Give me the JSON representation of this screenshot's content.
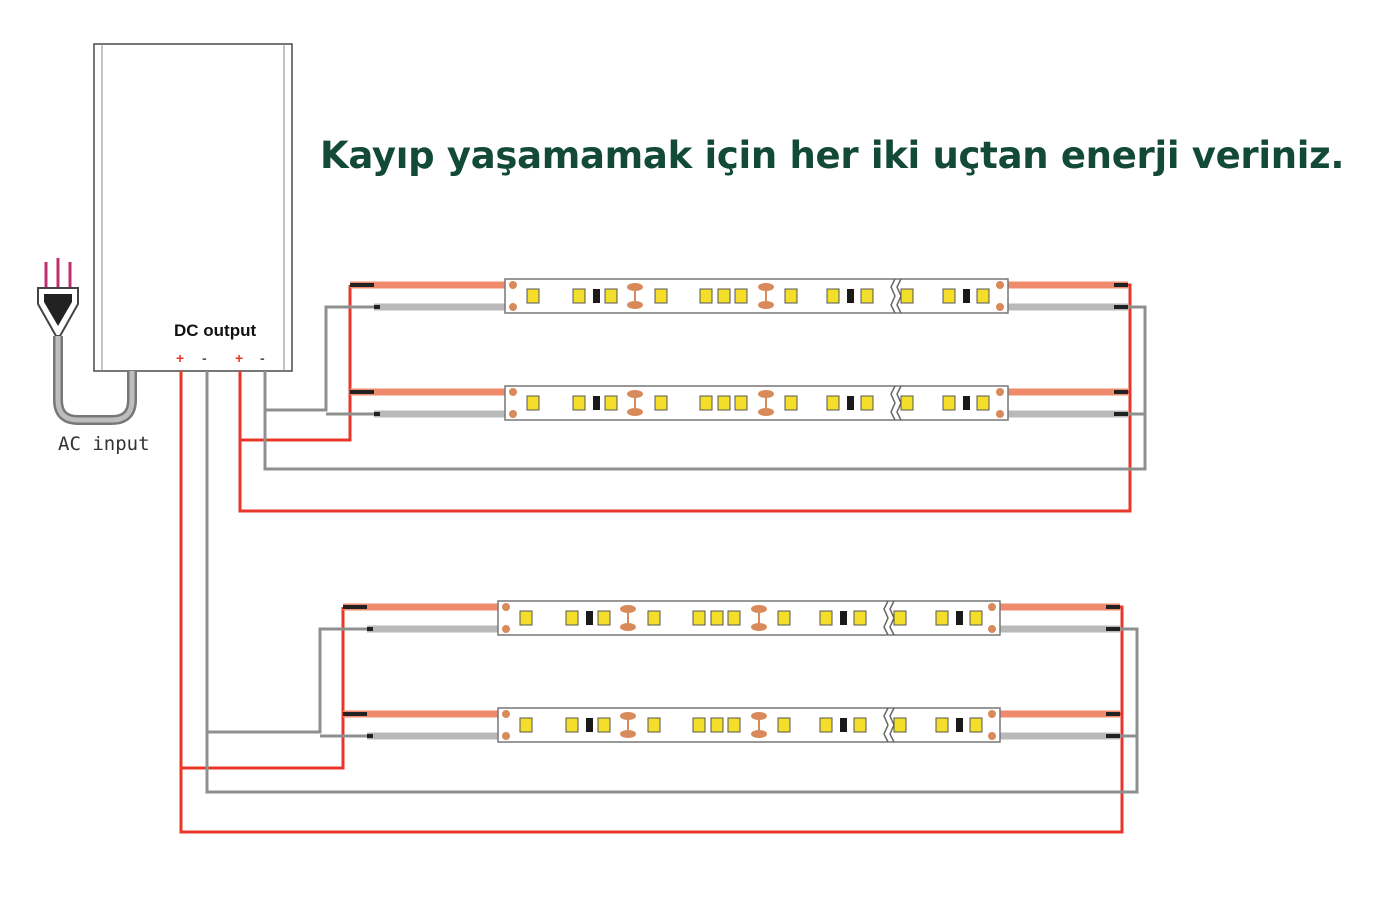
{
  "heading": "Kayıp yaşamamak için her iki uçtan enerji veriniz.",
  "power_supply": {
    "label": "DC output",
    "terminals": [
      "+",
      "-",
      "+",
      "-"
    ]
  },
  "ac_input_label": "AC input",
  "strip_count": 4,
  "colors": {
    "heading": "#124a35",
    "positive_wire": "#e8372a",
    "negative_wire": "#8f8f8f",
    "strip_outline": "#777777",
    "led": "#f3df2a",
    "resistor": "#1a1a1a",
    "pad": "#d98a5a"
  },
  "icons": [
    "plug-icon",
    "power-supply-box",
    "led-strip"
  ]
}
